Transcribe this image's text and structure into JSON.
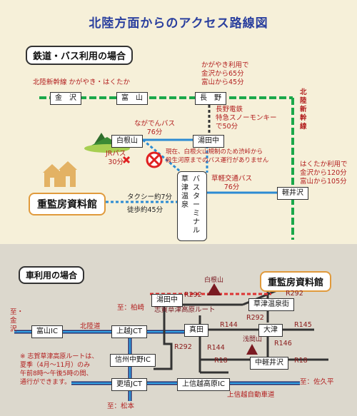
{
  "title": "北陸方面からのアクセス路線図",
  "rail_section": {
    "heading": "鉄道・バス利用の場合",
    "shinkansen_label": "北陸新幹線 かがやき・はくたか",
    "stations": {
      "kanazawa": "金　沢",
      "toyama": "富　山",
      "nagano": "長　野",
      "karuizawa": "軽井沢",
      "yudanaka": "湯田中",
      "shiraneyama": "白根山",
      "kusatsu": "草津温泉",
      "bus_terminal": "バスターミナル"
    },
    "hokuriku_vertical": "北陸新幹線",
    "kagayaki_note": "かがやき利用で\n金沢から65分\n富山から45分",
    "nagano_dentetsu": "長野電鉄\n特急スノーモンキー\nで50分",
    "nagaden_bus": "ながでんバス\n76分",
    "jr_bus": "JRバス\n30分",
    "closed_note": "現在、白根火山規制のため渋峠から\n殺生河原までのバス運行がありません",
    "kusakaru_bus": "草軽交通バス\n76分",
    "hakutaka_note": "はくたか利用で\n金沢から120分\n富山から105分",
    "taxi": "タクシー約7分",
    "walk": "徒歩約45分",
    "museum": "重監房資料館"
  },
  "car_section": {
    "heading": "車利用の場合",
    "museum": "重監房資料館",
    "toyama_ic": "富山IC",
    "joetsu_jct": "上越JCT",
    "shinshu_ic": "信州中野IC",
    "koshoku_jct": "更埴JCT",
    "joshinetsu_ic": "上信越高原IC",
    "yudanaka": "湯田中",
    "shinden": "真田",
    "kusatsu": "草津温泉街",
    "otsu": "大津",
    "nakakaruizawa": "中軽井沢",
    "hokurikudo": "北陸道",
    "joshinetsu_road": "上信越自動車道",
    "to_kanazawa": "至・金沢",
    "to_kashiwazaki": "至：柏崎",
    "to_matsumoto": "至：松本",
    "to_saku": "至：佐久平",
    "shiraneyama": "白根山",
    "asamayama": "浅間山",
    "scenic_route": "志賀草津高原ルート",
    "note": "※ 志賀草津高原ルートは、\n夏季（4月〜11月）のみ\n午前8時〜午後5時の間、\n通行ができます。",
    "roads": {
      "r292a": "R292",
      "r292b": "R292",
      "r292c": "R292",
      "r292d": "R292",
      "r144a": "R144",
      "r144b": "R144",
      "r145": "R145",
      "r146": "R146",
      "r18a": "R18",
      "r18b": "R18"
    }
  }
}
